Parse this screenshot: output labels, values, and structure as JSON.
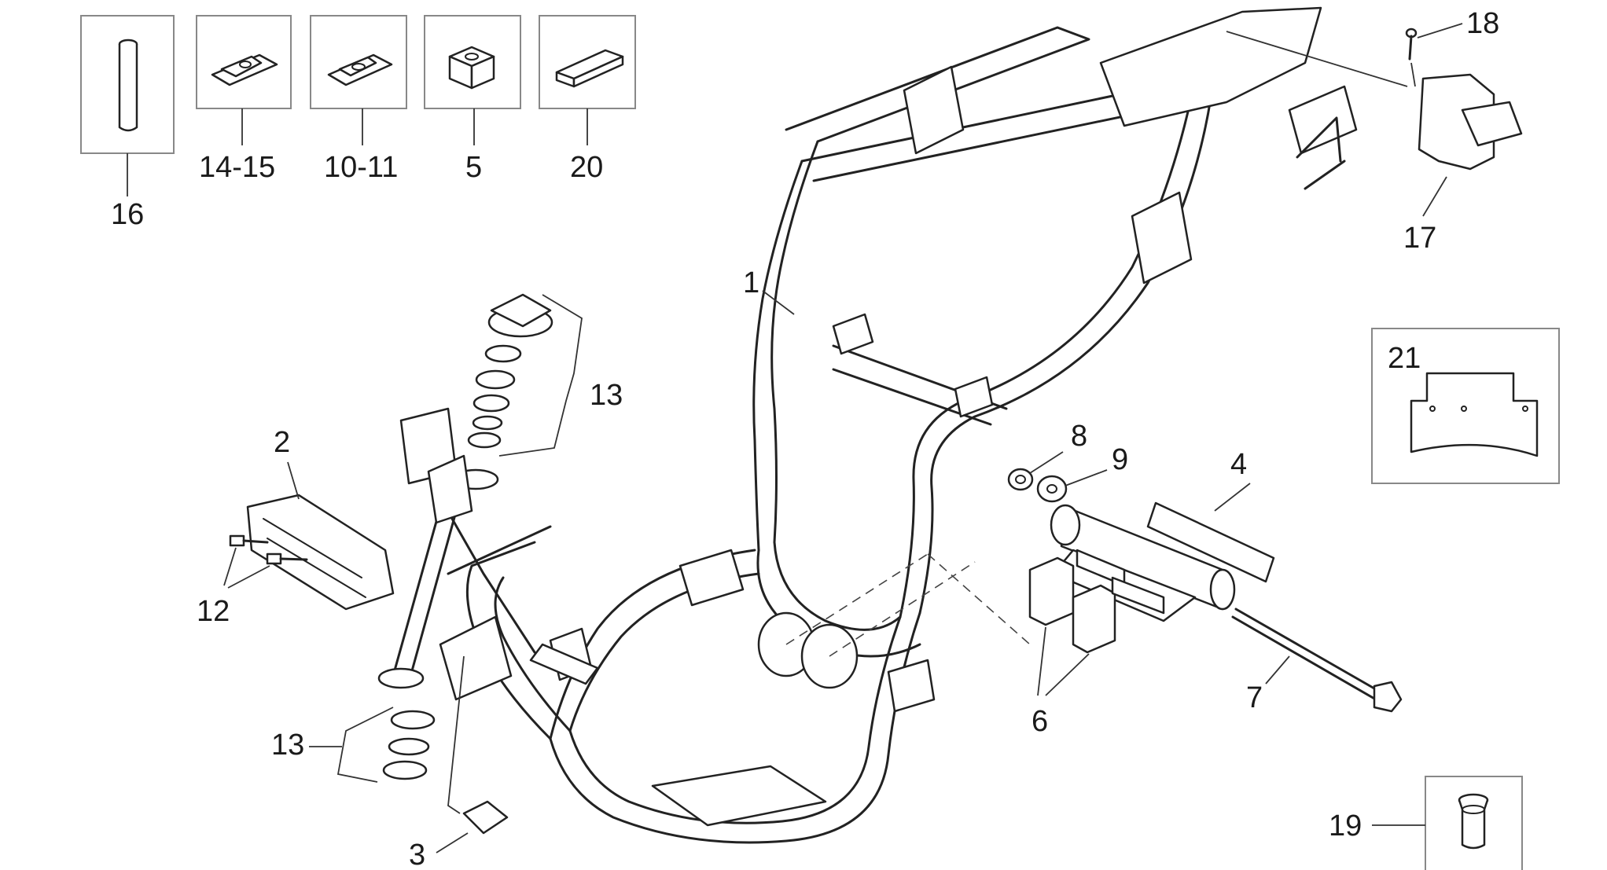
{
  "diagram": {
    "callouts": {
      "c1": "1",
      "c2": "2",
      "c3": "3",
      "c4": "4",
      "c5": "5",
      "c6": "6",
      "c7": "7",
      "c8": "8",
      "c9": "9",
      "c12": "12",
      "c13_upper": "13",
      "c13_lower": "13",
      "c16": "16",
      "c17": "17",
      "c18": "18",
      "c19": "19",
      "c20": "20",
      "c21": "21",
      "c14_15": "14-15",
      "c10_11": "10-11"
    }
  }
}
